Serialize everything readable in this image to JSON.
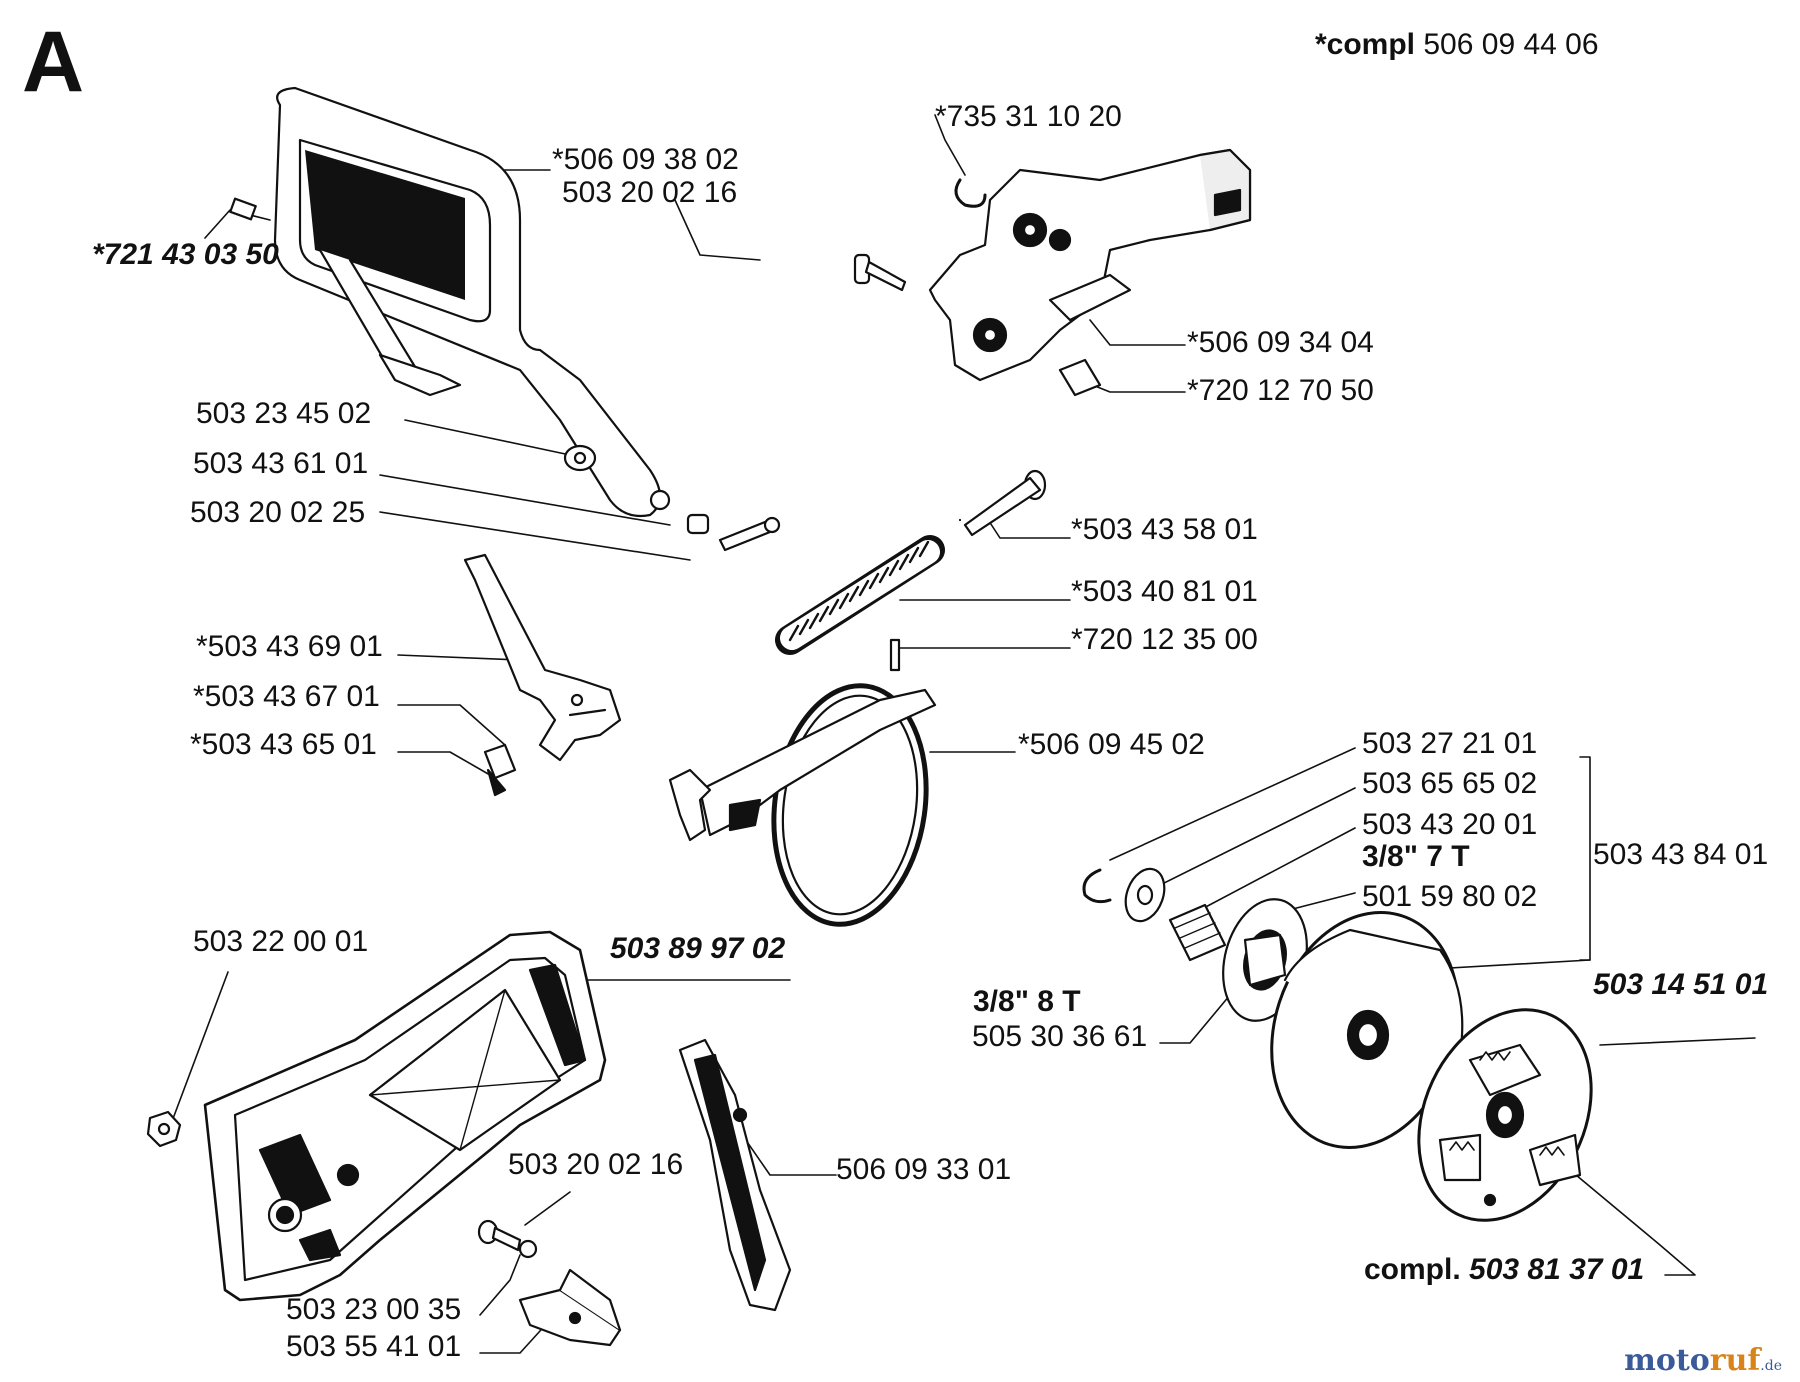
{
  "section": "A",
  "header": {
    "prefix": "*compl",
    "number": "506 09 44 06"
  },
  "labels": {
    "chain_brake_handle": "*506 09 38 02",
    "handle_screw": "503 20 02 16",
    "pin_top_left": "*721 43 03 50",
    "circlip_top": "*735 31 10 20",
    "brake_housing": "*506 09 34 04",
    "sleeve_top": "*720 12 70 50",
    "washer_a": "503 23 45 02",
    "bushing": "503 43 61 01",
    "screw_small": "503 20 02 25",
    "pin_long": "*503 43 58 01",
    "spring_long": "*503 40 81 01",
    "pin_small": "*720 12 35 00",
    "lever": "*503 43  69 01",
    "lever_spring": "*503 43 67 01",
    "lever_pin": "*503 43 65 01",
    "brake_band": "*506 09 45 02",
    "circlip": "503 27 21 01",
    "washer_b": "503 65 65 02",
    "bearing": "503 43 20 01",
    "pitch_a": "3/8\" 7 T",
    "rim_sprocket": "501 59 80 02",
    "drum_assembly": "503 43 84 01",
    "nut": "503 22 00 01",
    "clutch_cover": "503 89 97 02",
    "pitch_b": "3/8\" 8 T",
    "spur_sprocket": "505 30 36 61",
    "clutch": "503 14 51 01",
    "cover_screw": "503 20 02 16",
    "guard_plate": "506 09 33 01",
    "screw_c": "503 23 00 35",
    "catcher": "503 55 41 01",
    "clutch_compl_prefix": "compl.",
    "clutch_compl": "503 81 37 01"
  },
  "watermark": {
    "part1": "moto",
    "part2": "ruf",
    "part3": ".de"
  }
}
